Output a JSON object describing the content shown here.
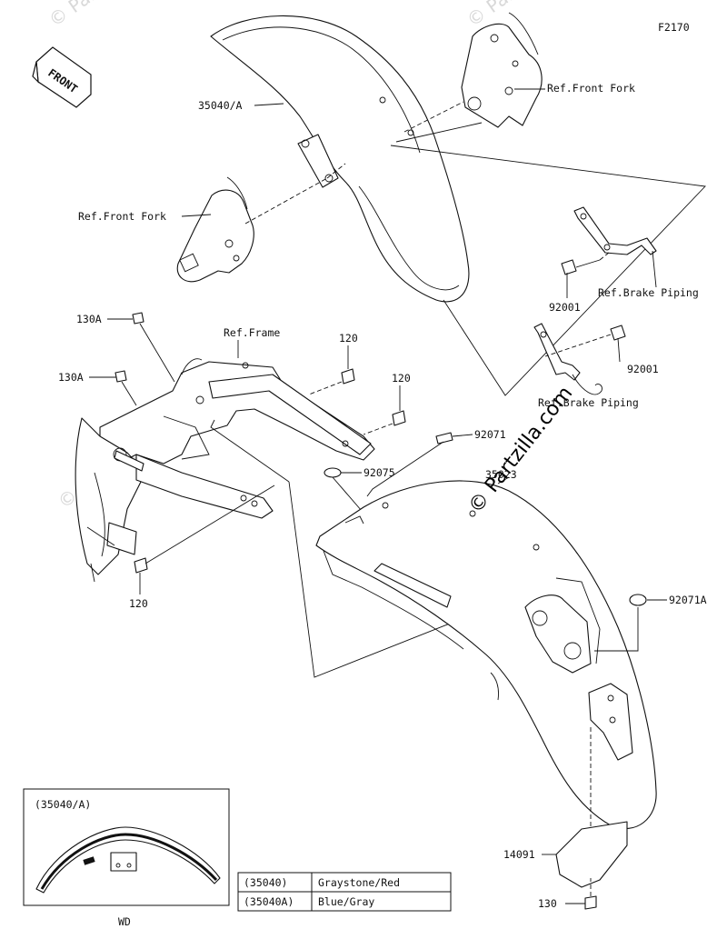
{
  "figure_id": "F2170",
  "direction_arrow": {
    "label": "FRONT",
    "icon": "front-direction-arrow-icon"
  },
  "watermark": {
    "text": "© Partzilla.com"
  },
  "callouts": {
    "fender_front": "35040/A",
    "front_fork_right": "Ref.Front Fork",
    "front_fork_left": "Ref.Front Fork",
    "brake_piping_top": "Ref.Brake Piping",
    "brake_piping_lower": "Ref.Brake Piping",
    "bolt_92001_left": "92001",
    "bolt_92001_right": "92001",
    "bolt_130a_top": "130A",
    "bolt_130a_mid": "130A",
    "frame": "Ref.Frame",
    "bolt_120_a": "120",
    "bolt_120_b": "120",
    "bolt_120_bottom": "120",
    "pad_92071": "92071",
    "grommet_92075": "92075",
    "fender_rear": "35023",
    "nut_92071a": "92071A",
    "bracket_14091": "14091",
    "bolt_130": "130"
  },
  "inset": {
    "title": "(35040/A)",
    "caption": "WD"
  },
  "color_table": {
    "rows": [
      {
        "code": "(35040)",
        "color": "Graystone/Red"
      },
      {
        "code": "(35040A)",
        "color": "Blue/Gray"
      }
    ]
  }
}
